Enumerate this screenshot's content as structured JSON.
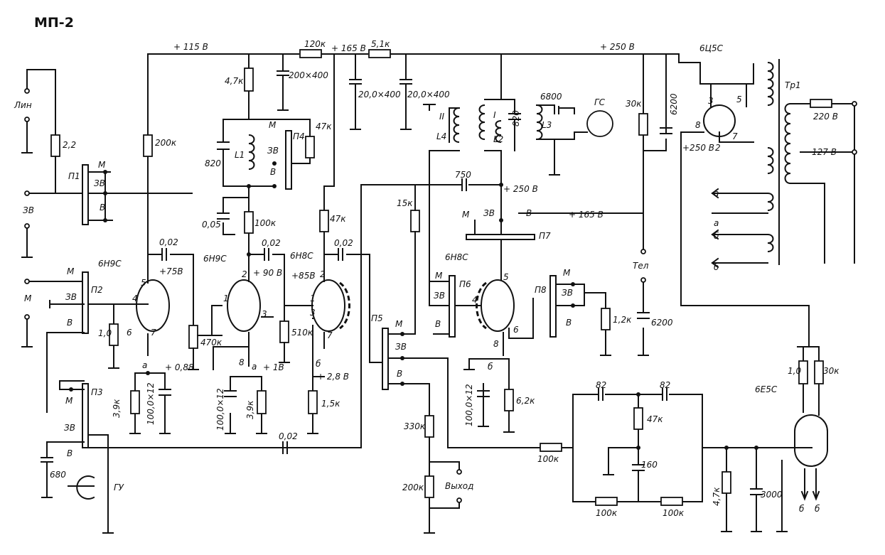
{
  "title": "МП-2",
  "rails": {
    "v115": "+ 115 В",
    "v165": "+ 165 В",
    "v250": "+ 250 В",
    "v250b": "+ 250 В",
    "v250c": "+250 В",
    "v165b": "+ 165 В"
  },
  "rail_resistors": {
    "r120k": "120к",
    "r5_1k": "5,1к"
  },
  "rail_caps": {
    "c1": "200×400",
    "c2": "20,0×400",
    "c3": "20,0×400"
  },
  "tubes": {
    "t1": "6Н9С",
    "t2": "6Н9С",
    "t3": "6Н8С",
    "t4": "6Н8С",
    "rect": "6Ц5С",
    "eye": "6Е5С"
  },
  "switches": {
    "p1": "П1",
    "p2": "П2",
    "p3": "П3",
    "p4": "П4",
    "p5": "П5",
    "p6": "П6",
    "p7": "П7",
    "p8": "П8",
    "m": "М",
    "zv": "ЗВ",
    "v": "В"
  },
  "inputs": {
    "lin": "Лин",
    "zv": "ЗВ",
    "m": "М",
    "gu": "ГУ",
    "gs": "ГС",
    "tel": "Тел",
    "vyhod": "Выход"
  },
  "left": {
    "r2_2": "2,2",
    "r200k": "200к",
    "c002a": "0,02",
    "r1_0": "1,0",
    "r3_9k": "3,9к",
    "c100x12": "100,0×12",
    "c680": "680"
  },
  "stage1": {
    "pin5": "5",
    "pin4": "4",
    "pin6": "6",
    "pin7": "7",
    "plus75": "+75В",
    "a": "а",
    "v088": "+ 0,88",
    "pot": "470к"
  },
  "stage2": {
    "r47k_top": "4,7к",
    "coil": "L1",
    "c820": "820",
    "r47k_p4": "47к",
    "c005": "0,05",
    "r100k": "100к",
    "c002": "0,02",
    "pin2": "2",
    "pin1": "1",
    "pin3": "3",
    "pin8": "8",
    "a": "а",
    "plus90": "+ 90 В",
    "v18": "+ 1В",
    "c100": "100,0×12",
    "r3_9k": "3,9к"
  },
  "stage3": {
    "r47k": "47к",
    "c002": "0,02",
    "plus85": "+85В",
    "pin2": "2",
    "pin1": "1",
    "pin3": "3",
    "pin7": "7",
    "r510k": "510к",
    "b": "б",
    "v28": "+ 2,8 В",
    "r1_5k": "1,5к",
    "c002b": "0,02"
  },
  "stage4": {
    "c750": "750",
    "r15k": "15к",
    "pin5": "5",
    "pin4": "4",
    "pin6": "6",
    "pin8": "8",
    "b": "б",
    "c100": "100,0×12",
    "r6_2k": "6,2к",
    "r330k": "330к",
    "r200k": "200к",
    "r1_2k": "1,2к"
  },
  "coils": {
    "l2": "L2",
    "l3": "L3",
    "l4": "L4",
    "I": "I",
    "II": "II",
    "c820": "820",
    "c6800": "6800"
  },
  "output": {
    "r30k": "30к",
    "c6200": "6200",
    "c6200b": "6200",
    "pin3": "3",
    "pin5": "5",
    "pin8": "8",
    "pin7": "7",
    "pin2": "2",
    "tr": "Тр1",
    "v220": "220 В",
    "v127": "127 В",
    "a": "а",
    "b": "б"
  },
  "filter": {
    "c82a": "82",
    "c82b": "82",
    "r47k": "47к",
    "c160": "160",
    "r100ka": "100к",
    "r100kb": "100к",
    "r100kc": "100к",
    "r4_7k": "4,7к",
    "c3000": "3000",
    "r1_0": "1,0",
    "r30k": "30к",
    "b1": "б",
    "b2": "б"
  }
}
